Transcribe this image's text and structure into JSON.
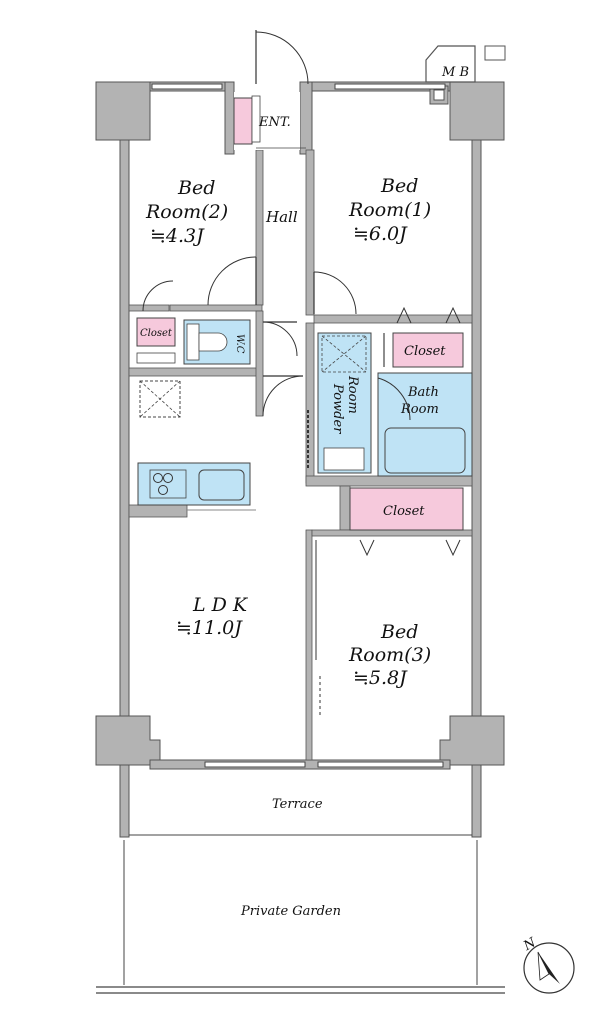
{
  "floorplan": {
    "rooms": {
      "bed2": {
        "line1": "Bed",
        "line2": "Room(2)",
        "area": "≒4.3J"
      },
      "bed1": {
        "line1": "Bed",
        "line2": "Room(1)",
        "area": "≒6.0J"
      },
      "bed3": {
        "line1": "Bed",
        "line2": "Room(3)",
        "area": "≒5.8J"
      },
      "ldk": {
        "line1": "L D K",
        "area": "≒11.0J"
      },
      "hall": "Hall",
      "ent": "ENT.",
      "mb": "M B",
      "wc": "W.C",
      "powder_room": {
        "line1": "Powder",
        "line2": "Room"
      },
      "bath": {
        "line1": "Bath",
        "line2": "Room"
      },
      "closet_small": "Closet",
      "closet_bed1": "Closet",
      "closet_bed3": "Closet",
      "terrace": "Terrace",
      "garden": "Private Garden"
    },
    "compass": {
      "label": "N"
    },
    "colors": {
      "wall": "#b3b3b3",
      "wall_stroke": "#555555",
      "pink": "#f6c9dc",
      "blue": "#bfe3f5",
      "line": "#222222"
    }
  }
}
